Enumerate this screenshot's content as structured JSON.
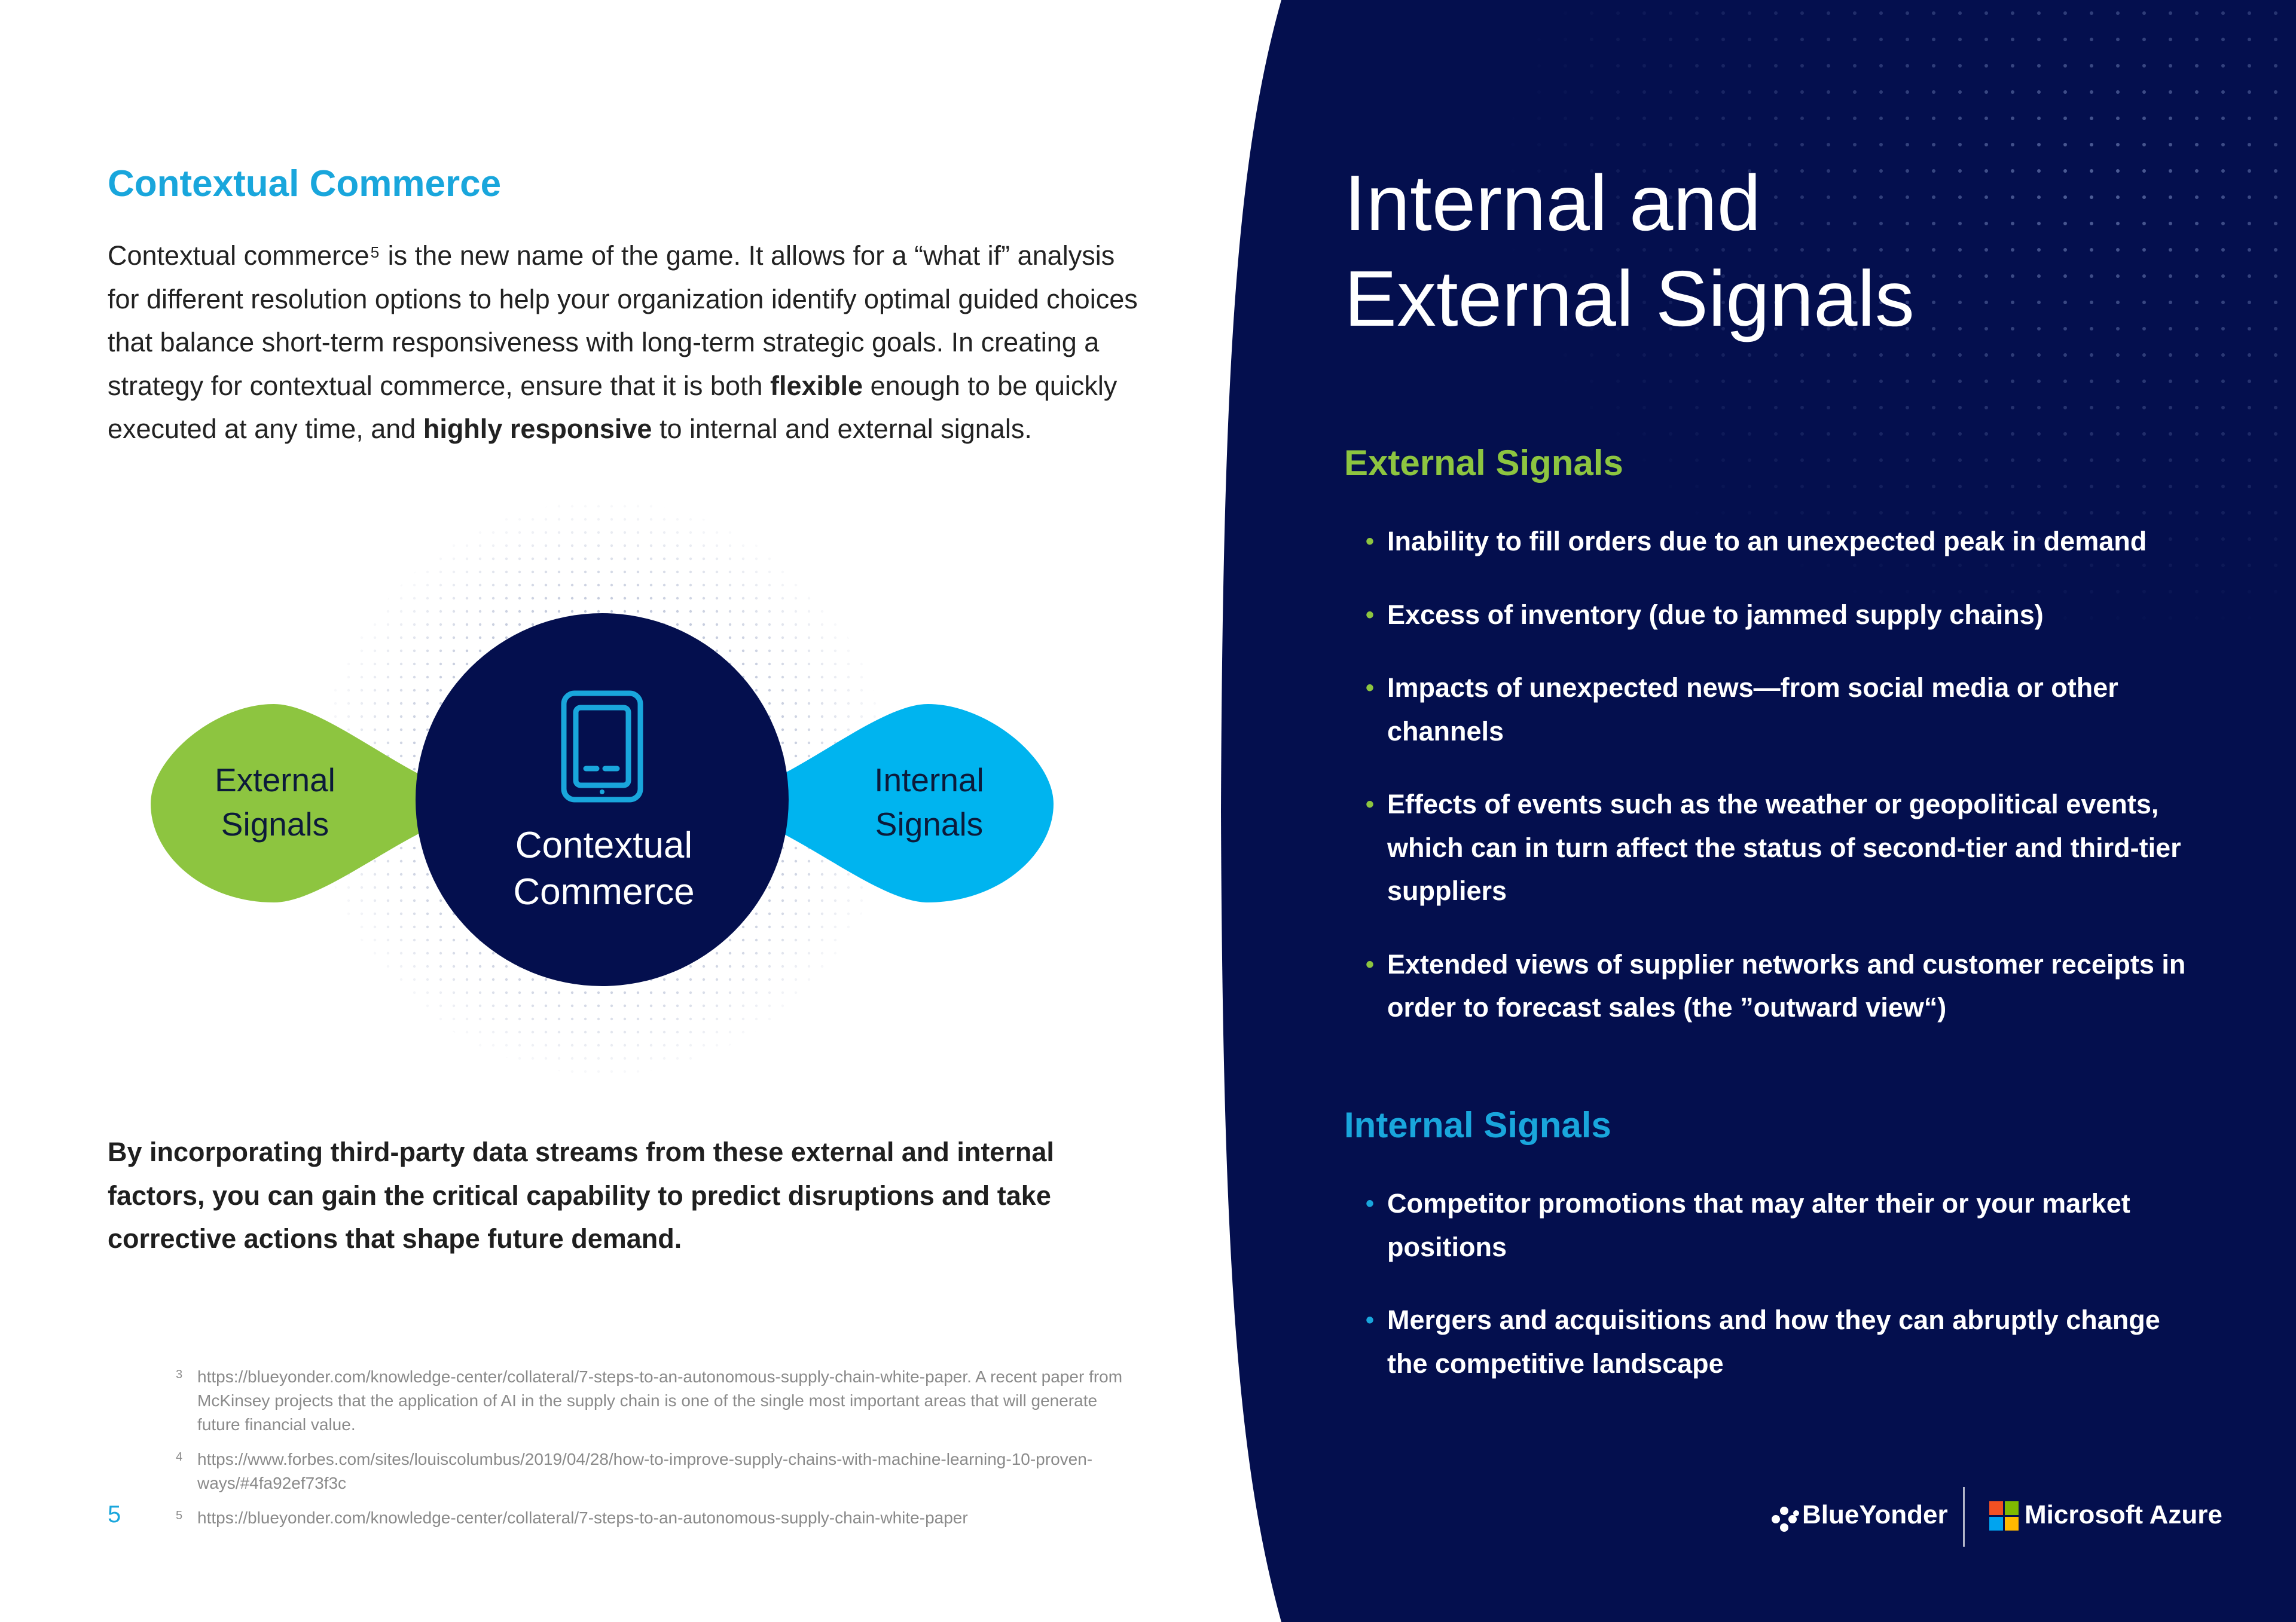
{
  "colors": {
    "navy": "#040f4e",
    "cyan": "#19a6dc",
    "green": "#8dc540",
    "bubble_cyan": "#00b4ef"
  },
  "left": {
    "heading": "Contextual Commerce",
    "intro": {
      "p1": "Contextual commerce",
      "sup": "5",
      "p2": " is the new name of the game. It allows for a “what if” analysis for different resolution options to help your organization identify optimal guided choices that balance short-term responsiveness with long-term strategic goals. In creating a strategy for contextual commerce, ensure that it is both ",
      "bold1": "flexible",
      "p3": " enough to be quickly executed at any time, and ",
      "bold2": "highly responsive",
      "p4": " to internal and external signals."
    },
    "diagram": {
      "icon": "tablet-icon",
      "left_bubble": [
        "External",
        "Signals"
      ],
      "right_bubble": [
        "Internal",
        "Signals"
      ],
      "center": [
        "Contextual",
        "Commerce"
      ]
    },
    "conclusion": "By incorporating third-party data streams from these external and internal factors, you can gain the critical capability to predict disruptions and take corrective actions that shape future demand.",
    "footnotes": [
      {
        "mark": "3",
        "text": "https://blueyonder.com/knowledge-center/collateral/7-steps-to-an-autonomous-supply-chain-white-paper. A recent paper from McKinsey projects that the application of AI in the supply chain is one of the single most important areas that will generate future financial value."
      },
      {
        "mark": "4",
        "text": "https://www.forbes.com/sites/louiscolumbus/2019/04/28/how-to-improve-supply-chains-with-machine-learning-10-proven-ways/#4fa92ef73f3c"
      },
      {
        "mark": "5",
        "text": "https://blueyonder.com/knowledge-center/collateral/7-steps-to-an-autonomous-supply-chain-white-paper"
      }
    ],
    "page_number": "5"
  },
  "right": {
    "title": [
      "Internal and",
      "External Signals"
    ],
    "external_heading": "External Signals",
    "external_items": [
      "Inability to fill orders due to an unexpected peak in demand",
      "Excess of inventory (due to jammed supply chains)",
      "Impacts of unexpected news—from social media or other channels",
      "Effects of events such as the weather or geopolitical events, which can in turn affect the status of second-tier and third-tier suppliers",
      "Extended views of supplier networks and customer receipts in order to forecast sales (the ”outward view“)"
    ],
    "internal_heading": "Internal Signals",
    "internal_items": [
      "Competitor promotions that may alter their or your market positions",
      "Mergers and acquisitions and how they can abruptly change the competitive landscape"
    ],
    "bullet": "•"
  },
  "footer": {
    "blueyonder_logo": "BlueYonder",
    "microsoft_logo": "Microsoft Azure"
  }
}
